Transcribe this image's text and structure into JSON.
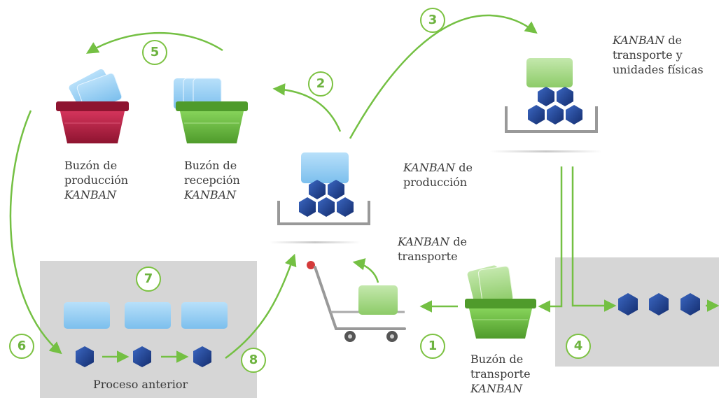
{
  "labels": {
    "buzon_produccion": [
      "Buzón de",
      "producción",
      "KANBAN"
    ],
    "buzon_recepcion": [
      "Buzón de",
      "recepción",
      "KANBAN"
    ],
    "kanban_produccion": [
      "KANBAN",
      " de",
      "producción"
    ],
    "kanban_transporte_fisicas": [
      "KANBAN",
      " de",
      "transporte y",
      "unidades físicas"
    ],
    "kanban_transporte": [
      "KANBAN",
      " de",
      "transporte"
    ],
    "buzon_transporte": [
      "Buzón de",
      "transporte",
      "KANBAN"
    ],
    "proceso_anterior": "Proceso anterior"
  },
  "steps": [
    "1",
    "2",
    "3",
    "4",
    "5",
    "6",
    "7",
    "8"
  ],
  "colors": {
    "accent_green": "#7cc242",
    "arrow_green": "#74c043",
    "card_blue": "#8fcaf0",
    "card_green": "#9ad27a",
    "hexagon_blue": "#1f3f8c",
    "basket_red": "#b81f3e",
    "basket_green": "#6dbf3c",
    "panel_gray": "#d6d6d6"
  },
  "icons": [
    "kanban-card-icon",
    "hexagon-unit-icon",
    "basket-icon",
    "shopping-cart-icon",
    "arrow-icon"
  ]
}
